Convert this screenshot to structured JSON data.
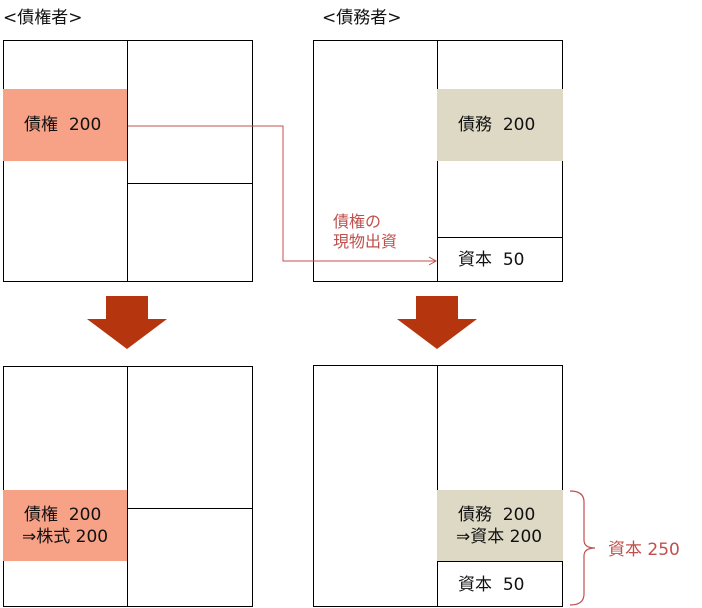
{
  "colors": {
    "receivable_fill": "#f7a287",
    "debt_fill": "#ddd9c5",
    "arrow_fill": "#b5350f",
    "accent_text": "#c0504d"
  },
  "creditor": {
    "heading": "<債権者>",
    "before": {
      "asset_label": "債権",
      "asset_amount": "200"
    },
    "after": {
      "asset_line1": "債権  200",
      "asset_line2": "⇒株式 200"
    }
  },
  "debtor": {
    "heading": "<債務者>",
    "before": {
      "liability_label": "債務",
      "liability_amount": "200",
      "capital_label": "資本",
      "capital_amount": "50"
    },
    "after": {
      "liability_line1": "債務  200",
      "liability_line2": "⇒資本 200",
      "capital_label": "資本",
      "capital_amount": "50"
    }
  },
  "transfer_note": {
    "line1": "債権の",
    "line2": "現物出資"
  },
  "total_note": "資本 250"
}
